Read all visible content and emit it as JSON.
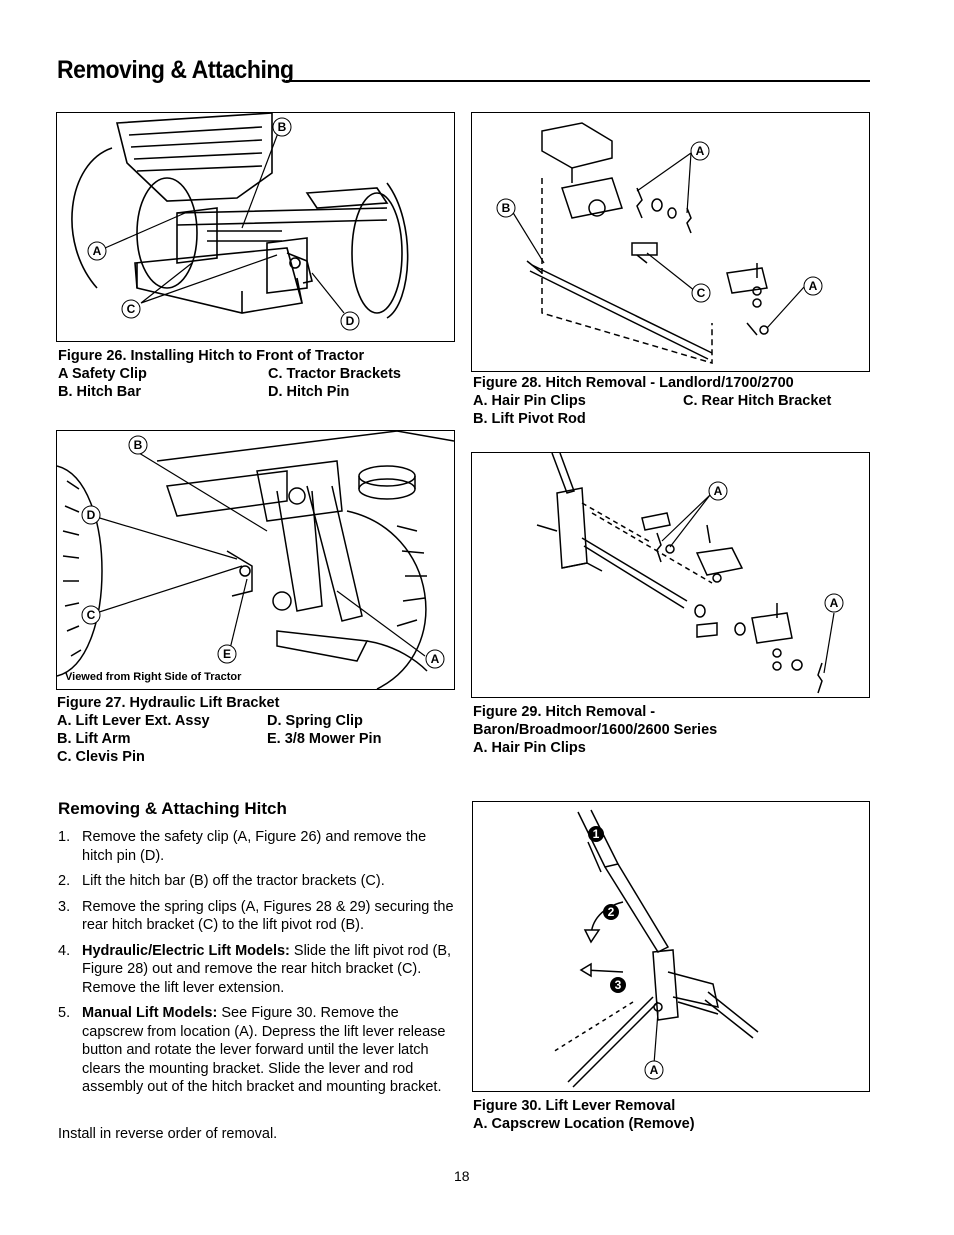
{
  "page": {
    "title": "Removing & Attaching",
    "page_number": "18"
  },
  "fig26": {
    "callouts": {
      "a": "A",
      "b": "B",
      "c": "C",
      "d": "D"
    },
    "caption": "Figure 26. Installing Hitch to Front of Tractor",
    "legend": [
      [
        "A  Safety Clip",
        "C.  Tractor Brackets"
      ],
      [
        "B.  Hitch Bar",
        "D.  Hitch Pin"
      ]
    ]
  },
  "fig27": {
    "callouts": {
      "a": "A",
      "b": "B",
      "c": "C",
      "d": "D",
      "e": "E"
    },
    "viewed": "Viewed from Right Side of Tractor",
    "caption": "Figure 27. Hydraulic Lift Bracket",
    "legend": [
      [
        "A.  Lift Lever Ext. Assy",
        "D. Spring Clip"
      ],
      [
        "B.  Lift Arm",
        "E. 3/8 Mower Pin"
      ],
      [
        "C.  Clevis Pin",
        ""
      ]
    ]
  },
  "fig28": {
    "callouts": {
      "a1": "A",
      "a2": "A",
      "b": "B",
      "c": "C"
    },
    "caption": "Figure 28.  Hitch Removal - Landlord/1700/2700",
    "legend": [
      [
        "A.  Hair Pin Clips",
        "C. Rear Hitch Bracket"
      ],
      [
        "B.  Lift Pivot Rod",
        ""
      ]
    ]
  },
  "fig29": {
    "callouts": {
      "a1": "A",
      "a2": "A"
    },
    "caption_line1": "Figure 29.  Hitch Removal -",
    "caption_line2": "Baron/Broadmoor/1600/2600 Series",
    "legend_a": "A.  Hair Pin Clips"
  },
  "fig30": {
    "callouts": {
      "n1": "1",
      "n2": "2",
      "n3": "3",
      "a": "A"
    },
    "caption": "Figure 30.  Lift Lever Removal",
    "legend_a": "A.  Capscrew Location (Remove)"
  },
  "section": {
    "heading": "Removing & Attaching Hitch",
    "steps": [
      {
        "num": "1.",
        "bold": "",
        "text": "Remove the safety clip (A, Figure 26) and remove the hitch pin (D)."
      },
      {
        "num": "2.",
        "bold": "",
        "text": "Lift the hitch bar (B) off the tractor brackets (C)."
      },
      {
        "num": "3.",
        "bold": "",
        "text": "Remove the spring clips (A, Figures 28 & 29) securing the rear hitch bracket (C) to the lift pivot rod (B)."
      },
      {
        "num": "4.",
        "bold": "Hydraulic/Electric Lift Models:",
        "text": " Slide the lift pivot rod (B, Figure 28) out and remove the rear hitch bracket (C).  Remove the lift lever extension."
      },
      {
        "num": "5.",
        "bold": "Manual Lift Models:",
        "text": " See Figure 30.  Remove the capscrew from location (A).  Depress the lift lever release button and rotate the lever forward until the lever latch clears the mounting bracket.  Slide the lever and rod assembly out of the hitch bracket and mounting bracket."
      }
    ],
    "closing": "Install in reverse order of removal."
  }
}
